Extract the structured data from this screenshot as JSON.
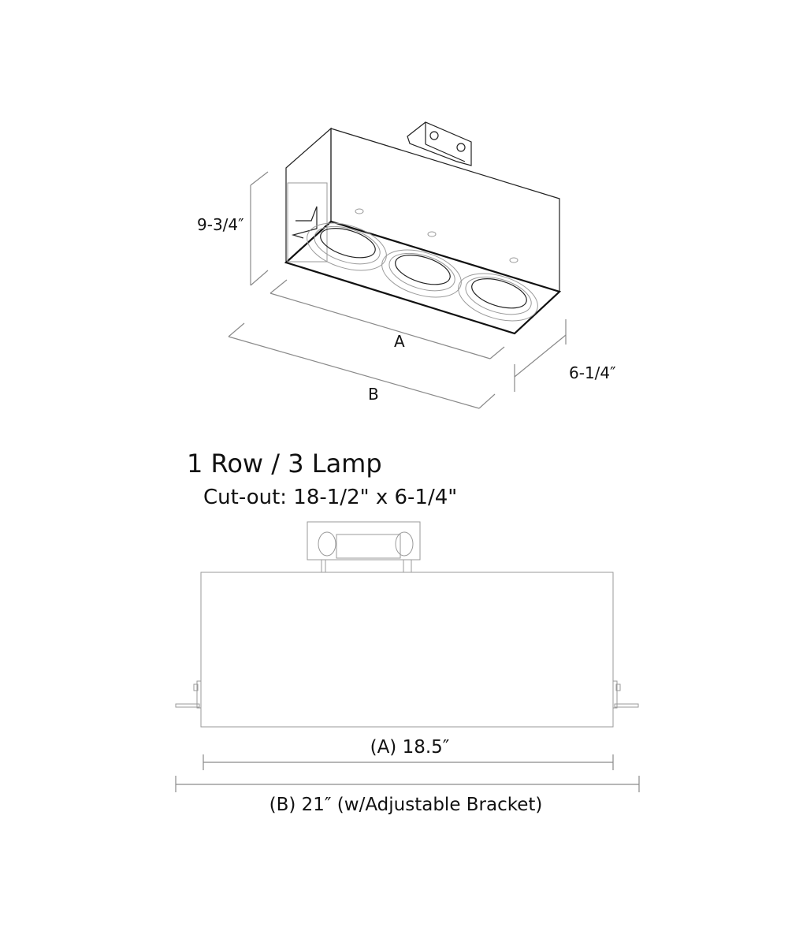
{
  "isometric_view": {
    "height_label": "9-3/4″",
    "depth_label": "6-1/4″",
    "dim_a_label": "A",
    "dim_b_label": "B"
  },
  "title": "1 Row / 3 Lamp",
  "cutout": "Cut-out: 18-1/2\" x 6-1/4\"",
  "side_view": {
    "dim_a_label": "(A) 18.5″",
    "dim_b_label": "(B) 21″ (w/Adjustable Bracket)"
  }
}
